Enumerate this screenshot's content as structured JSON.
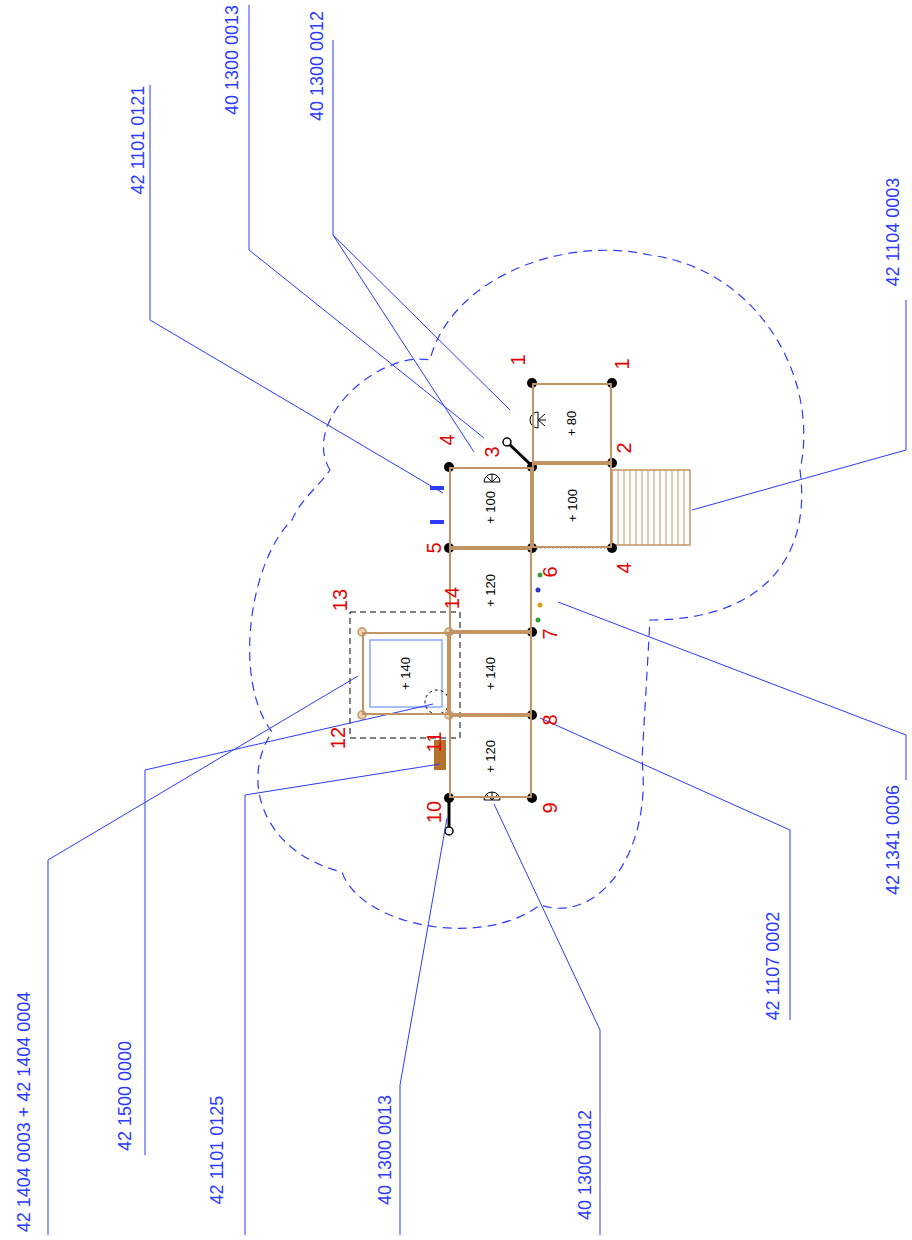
{
  "diagram": {
    "nodes": [
      {
        "text": [
          "+ 80"
        ]
      },
      {
        "text": [
          "+ 100"
        ]
      },
      {
        "text": [
          "+ 100"
        ]
      },
      {
        "text": [
          "+ 120"
        ]
      },
      {
        "text": [
          "+ 140"
        ]
      },
      {
        "text": [
          "+ 120"
        ]
      },
      {
        "text": [
          "+ 140"
        ]
      }
    ],
    "labels": [
      "42 1101 0121",
      "40 1300 0013",
      "40 1300 0012",
      "42 1104 0003",
      "42 1341 0006",
      "42 1107 0002",
      "42 1404 0003 + 42 1404 0004",
      "42 1500 0000",
      "42 1101 0125",
      "40 1300 0013",
      "40 1300 0012",
      "1",
      "1",
      "2",
      "3",
      "4",
      "4",
      "5",
      "14",
      "6",
      "7",
      "8",
      "9",
      "10",
      "11",
      "12",
      "13"
    ]
  }
}
